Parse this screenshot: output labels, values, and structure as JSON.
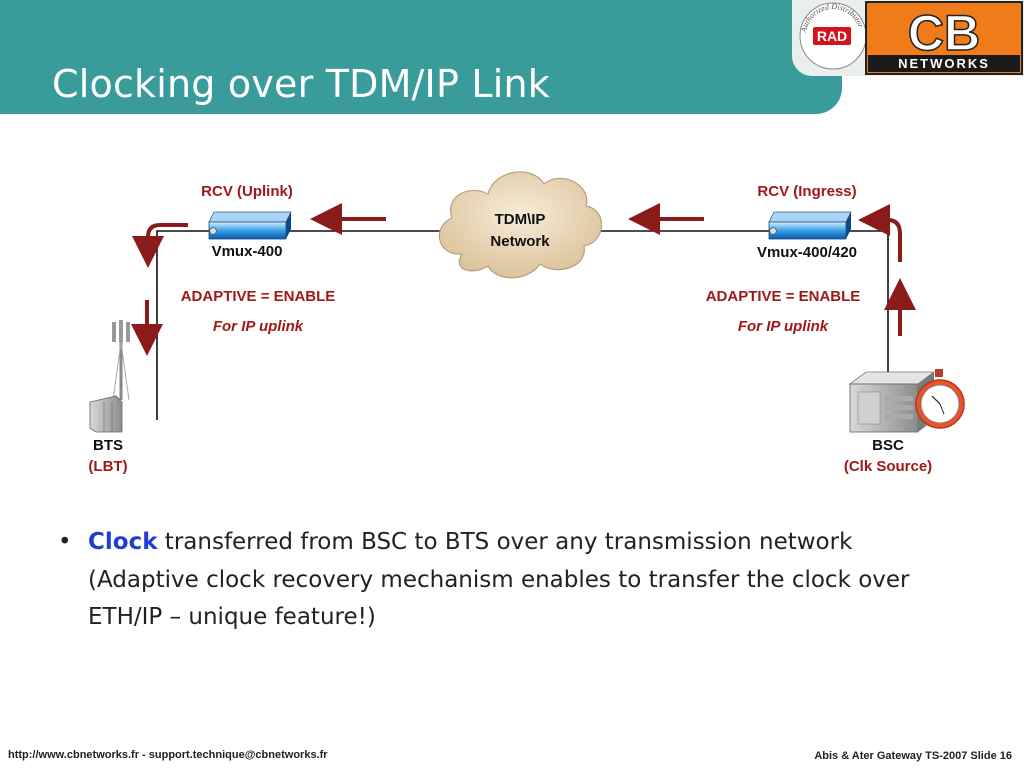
{
  "slide": {
    "title": "Clocking over TDM/IP Link",
    "logo": {
      "distributor_text": "Authorized Distributor",
      "rad_text": "RAD",
      "cb_text": "CB",
      "networks_text": "NETWORKS"
    }
  },
  "diagram": {
    "cloud_line1": "TDM\\IP",
    "cloud_line2": "Network",
    "left": {
      "rcv": "RCV (Uplink)",
      "device": "Vmux-400",
      "adaptive": "ADAPTIVE = ENABLE",
      "uplink": "For IP uplink",
      "site_name": "BTS",
      "site_sub": "(LBT)"
    },
    "right": {
      "rcv": "RCV (Ingress)",
      "device": "Vmux-400/420",
      "adaptive": "ADAPTIVE = ENABLE",
      "uplink": "For IP uplink",
      "site_name": "BSC",
      "site_sub": "(Clk Source)"
    }
  },
  "bullet": {
    "keyword": "Clock",
    "text": " transferred from BSC to BTS over any transmission network (Adaptive clock recovery mechanism enables to transfer the clock over ETH/IP – unique feature!)"
  },
  "footer": {
    "left": "http://www.cbnetworks.fr - support.technique@cbnetworks.fr",
    "right": "Abis & Ater Gateway TS-2007  Slide 16"
  },
  "colors": {
    "header": "#3a9b9b",
    "arrow_red": "#8b1a1a",
    "label_red": "#a01818",
    "keyword_blue": "#1f3fd0",
    "logo_orange": "#f07b1a"
  }
}
